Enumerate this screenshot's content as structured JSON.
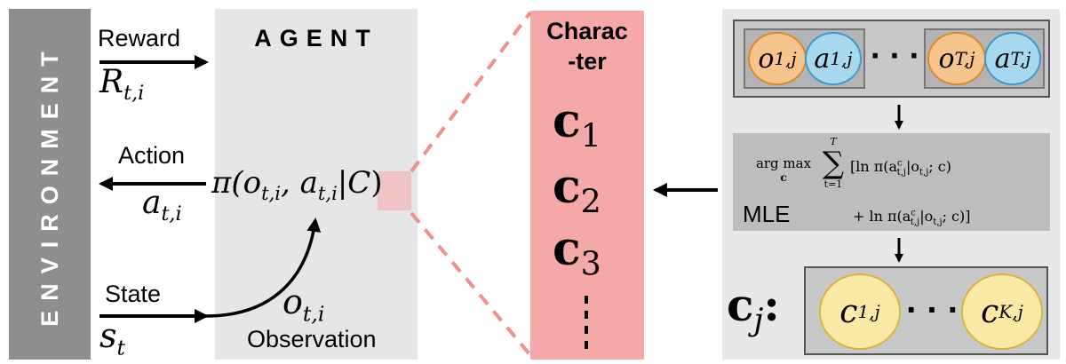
{
  "environment": {
    "label": "ENVIRONMENT"
  },
  "agent": {
    "title": "AGENT",
    "policy_text": "π(o",
    "policy_sub1": "t,i",
    "policy_mid": ", a",
    "policy_sub2": "t,i",
    "policy_given": "|",
    "policy_char": "C",
    "policy_close": ")",
    "observation_symbol": "o",
    "observation_sub": "t,i",
    "observation_label": "Observation"
  },
  "signals": {
    "reward": {
      "label": "Reward",
      "symbol": "R",
      "sub": "t,i"
    },
    "action": {
      "label": "Action",
      "symbol": "a",
      "sub": "t,i"
    },
    "state": {
      "label": "State",
      "symbol": "s",
      "sub": "t"
    }
  },
  "character": {
    "title_line1": "Charac",
    "title_line2": "-ter",
    "items": [
      {
        "symbol": "c",
        "sub": "1"
      },
      {
        "symbol": "c",
        "sub": "2"
      },
      {
        "symbol": "c",
        "sub": "3"
      }
    ]
  },
  "trajectory": {
    "first_obs": {
      "symbol": "o",
      "sub": "1,j"
    },
    "first_act": {
      "symbol": "a",
      "sub": "1,j"
    },
    "dots": "· · ·",
    "last_obs": {
      "symbol": "o",
      "sub": "T,j"
    },
    "last_act": {
      "symbol": "a",
      "sub": "T,j"
    }
  },
  "mle": {
    "label": "MLE",
    "argmax": "arg max",
    "argmax_sub": "c",
    "sum_top": "T",
    "sum_bottom": "t=1",
    "term1": "[ln π(a",
    "term1_sup": "c",
    "term1_sub": "t,j",
    "term1_rest": "|o",
    "term1_rest_sub": "t,j",
    "term1_end": "; c)",
    "term2": "+ ln π(a",
    "term2_sup": "c",
    "term2_sub": "t,j",
    "term2_rest": "|o",
    "term2_rest_sub": "t,j",
    "term2_end": "; c)]"
  },
  "character_vector": {
    "symbol": "c",
    "sub": "j",
    "colon": ":",
    "first": {
      "symbol": "c",
      "sub": "1,j"
    },
    "dots": "· · ·",
    "last": {
      "symbol": "c",
      "sub": "K,j"
    }
  },
  "colors": {
    "environment": "#8e8e8e",
    "agent": "#e6e6e8",
    "character": "#f5a8a8",
    "mle": "#bdbdbd",
    "observation_node": "#f7c58b",
    "action_node": "#a8d8f0",
    "character_node": "#fbe9a6"
  }
}
